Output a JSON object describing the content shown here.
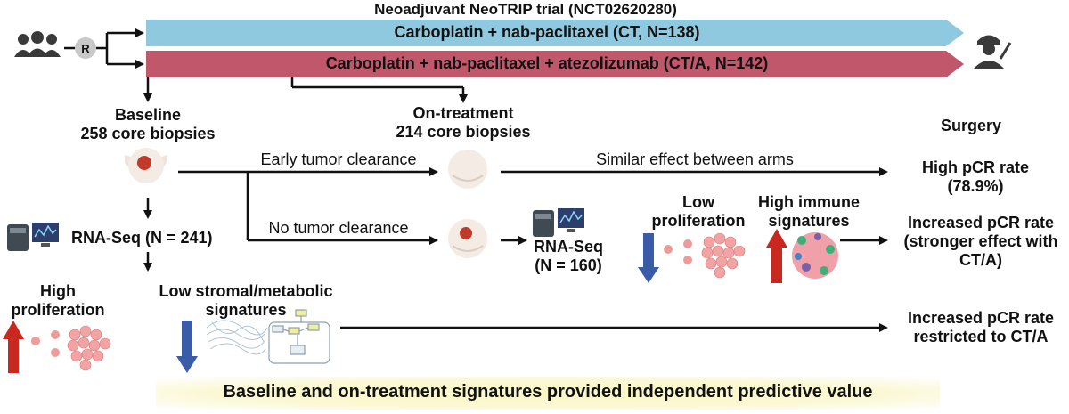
{
  "title": "Neoadjuvant NeoTRIP trial (NCT02620280)",
  "randomization": "R",
  "arms": [
    {
      "label": "Carboplatin + nab-paclitaxel (CT, N=138)",
      "color": "#8ec9df"
    },
    {
      "label": "Carboplatin + nab-paclitaxel + atezolizumab (CT/A, N=142)",
      "color": "#c0576a"
    }
  ],
  "timepoints": {
    "baseline": [
      "Baseline",
      "258 core biopsies"
    ],
    "on_treatment": [
      "On-treatment",
      "214 core biopsies"
    ],
    "surgery": "Surgery"
  },
  "branches": {
    "early": "Early tumor clearance",
    "none": "No tumor clearance",
    "similar": "Similar effect between arms"
  },
  "rnaseq": {
    "baseline": "RNA-Seq (N = 241)",
    "on_treatment": [
      "RNA-Seq",
      "(N = 160)"
    ]
  },
  "signatures": {
    "high_prolif": [
      "High",
      "proliferation"
    ],
    "low_stromal": [
      "Low stromal/metabolic",
      "signatures"
    ],
    "low_prolif": [
      "Low",
      "proliferation"
    ],
    "high_immune": [
      "High immune",
      "signatures"
    ]
  },
  "outcomes": {
    "high_pcr": [
      "High pCR rate",
      "(78.9%)"
    ],
    "increased_stronger": [
      "Increased pCR rate",
      "(stronger effect with",
      "CT/A)"
    ],
    "increased_restricted": [
      "Increased pCR rate",
      "restricted to CT/A"
    ]
  },
  "conclusion": "Baseline and on-treatment signatures provided independent predictive value",
  "colors": {
    "up_arrow": "#c8281e",
    "down_arrow": "#3a5ca8",
    "tumor": "#c0392b",
    "cell": "#ee9b9b"
  }
}
